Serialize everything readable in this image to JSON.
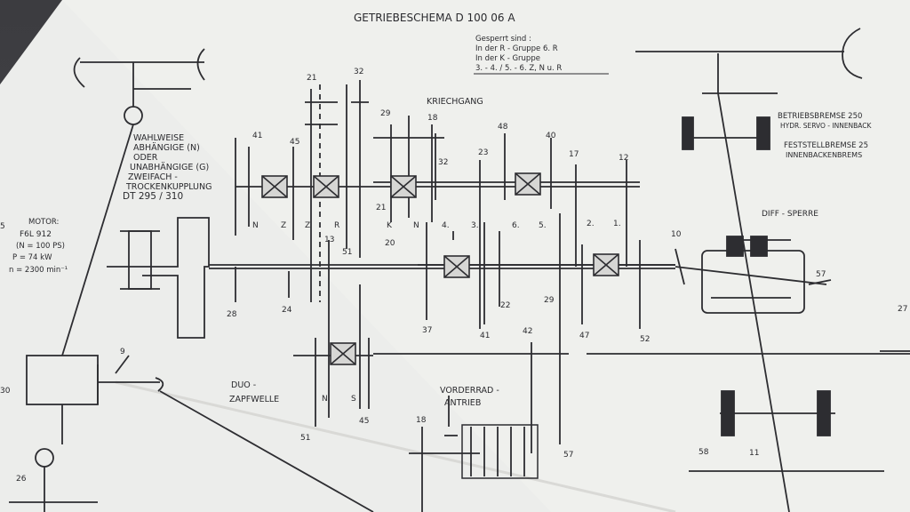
{
  "title": "GETRIEBESCHEMA D 100 06 A",
  "header_note": {
    "line1": "Gesperrt sind :",
    "line2": "In der R - Gruppe 6. R",
    "line3": "In der K - Gruppe",
    "line4": "3. - 4. / 5. - 6. Z, N u. R"
  },
  "labels": {
    "kriechgang": "KRIECHGANG",
    "wahlweise1": "WAHLWEISE",
    "wahlweise2": "ABHÄNGIGE (N)",
    "wahlweise3": "ODER",
    "wahlweise4": "UNABHÄNGIGE (G)",
    "wahlweise5": "ZWEIFACH -",
    "wahlweise6": "TROCKENKUPPLUNG",
    "wahlweise7": "DT 295 / 310",
    "motor1": "MOTOR:",
    "motor2": "F6L 912",
    "motor3": "(N = 100 PS)",
    "motor4": "P = 74 kW",
    "motor5": "n = 2300 min⁻¹",
    "duo1": "DUO -",
    "duo2": "ZAPFWELLE",
    "vorderrad1": "VORDERRAD -",
    "vorderrad2": "ANTRIEB",
    "betriebsbremse1": "BETRIEBSBREMSE 250",
    "betriebsbremse2": "HYDR. SERVO - INNENBACK",
    "feststellbremse1": "FESTSTELLBREMSE 25",
    "feststellbremse2": "INNENBACKENBREMS",
    "diffsperre": "DIFF - SPERRE"
  },
  "gear_numbers": {
    "n21": "21",
    "n32": "32",
    "n29": "29",
    "n18": "18",
    "n48": "48",
    "n41": "41",
    "n45": "45",
    "n40": "40",
    "n23": "23",
    "n17": "17",
    "n12": "12",
    "n32b": "32",
    "n21b": "21",
    "n13": "13",
    "n51": "51",
    "n20": "20",
    "n28": "28",
    "n24": "24",
    "n37": "37",
    "n41b": "41",
    "n22": "22",
    "n29b": "29",
    "n47": "47",
    "n52": "52",
    "n10": "10",
    "n57": "57",
    "n42": "42",
    "n57b": "57",
    "n18b": "18",
    "n51b": "51",
    "n45b": "45",
    "n9": "9",
    "n30": "30",
    "n26": "26",
    "n58": "58",
    "n11": "11",
    "n5": "5",
    "n27": "27"
  },
  "shift_letters": {
    "N1": "N",
    "Z1": "Z",
    "Z2": "Z",
    "R": "R",
    "K": "K",
    "N2": "N",
    "g4": "4.",
    "g3": "3.",
    "g6": "6.",
    "g5": "5.",
    "g2": "2.",
    "g1": "1.",
    "N3": "N",
    "S": "S"
  }
}
